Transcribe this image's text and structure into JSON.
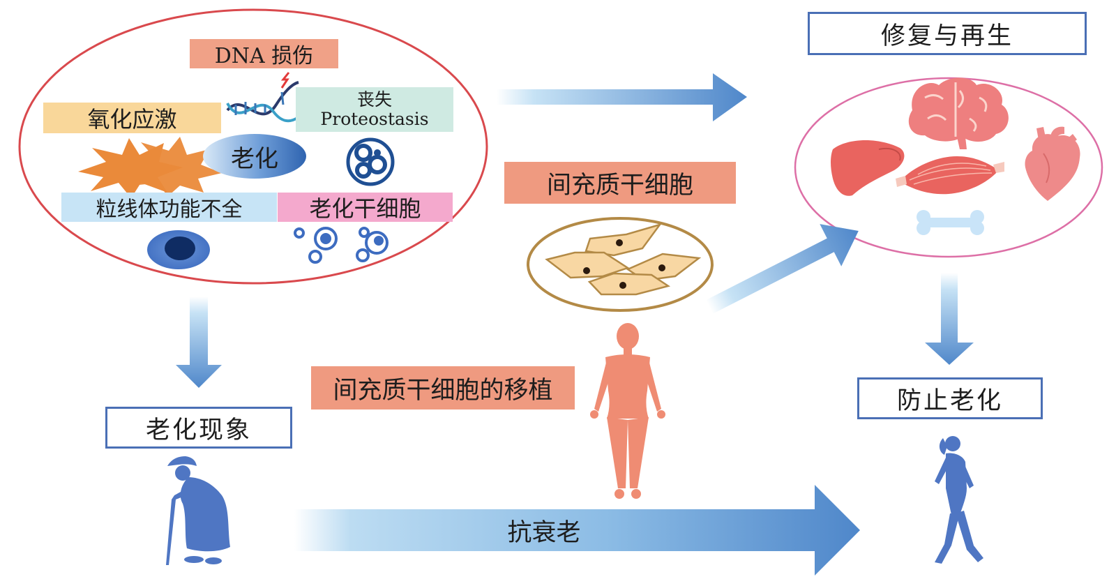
{
  "labels": {
    "dna_damage": "DNA 损伤",
    "oxidative_stress": "氧化应激",
    "proteostasis_loss_cn": "丧失",
    "proteostasis_loss_en": "Proteostasis",
    "aging": "老化",
    "mitochondrial_dysfunction": "粒线体功能不全",
    "stem_cell_aging": "老化干细胞",
    "msc": "间充质干细胞",
    "msc_transplant": "间充质干细胞的移植",
    "repair_regeneration": "修复与再生",
    "aging_phenomenon": "老化现象",
    "prevent_aging": "防止老化",
    "anti_aging": "抗衰老"
  },
  "icons": [
    "dna-helix-icon",
    "oxidative-burst-icon",
    "protein-aggregate-icon",
    "mitochondria-icon",
    "stem-cells-icon",
    "cell-dish-icon",
    "brain-icon",
    "liver-icon",
    "muscle-icon",
    "heart-icon",
    "bone-icon",
    "human-figure-icon",
    "elderly-person-icon",
    "walking-woman-icon"
  ],
  "colors": {
    "arrow_light": "#c6e2f5",
    "arrow_dark": "#4f87ca",
    "ellipse_red": "#d9494d",
    "ellipse_pink": "#dd6fa6",
    "figure_blue": "#4f76c3",
    "figure_salmon": "#ef8c73",
    "organ_red": "#ee7f7f",
    "dish_border": "#b38a46",
    "cell_fill": "#f8d7a3",
    "label_border": "#4a6fb5"
  }
}
